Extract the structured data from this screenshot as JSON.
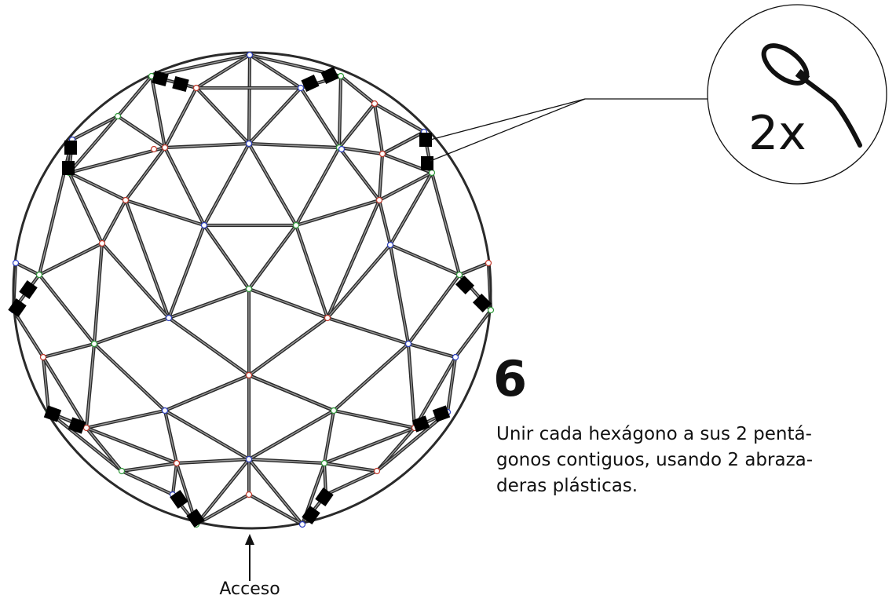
{
  "step": {
    "number": "6",
    "instruction_lines": [
      "Unir cada hexágono a sus 2 pentá-",
      "gonos contiguos, usando 2 abraza-",
      "deras plásticas."
    ]
  },
  "detail": {
    "count_label": "2x",
    "icon": "cable-tie-icon"
  },
  "access": {
    "label": "Acceso",
    "icon": "arrow-up-icon"
  },
  "colors": {
    "strut": "#2a2a2a",
    "strut_highlight": "#9a9a9a",
    "tie": "#000000",
    "connector_blue": "#2c3fbf",
    "connector_green": "#2f9a3a",
    "connector_red": "#c0392b"
  }
}
